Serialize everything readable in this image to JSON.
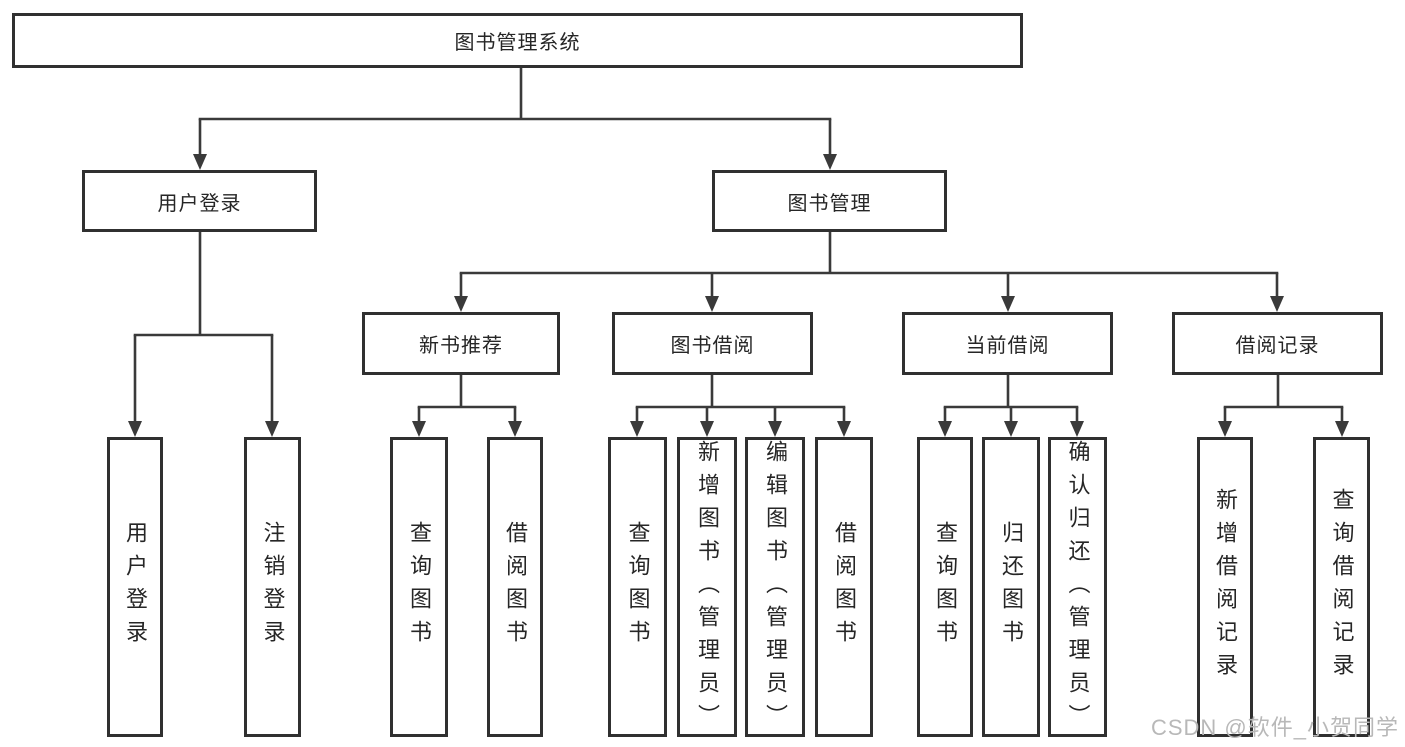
{
  "tree": {
    "root": {
      "label": "图书管理系统"
    },
    "login": {
      "label": "用户登录",
      "children": [
        {
          "label": "用户登录"
        },
        {
          "label": "注销登录"
        }
      ]
    },
    "mgmt": {
      "label": "图书管理",
      "groups": [
        {
          "label": "新书推荐",
          "children": [
            {
              "label": "查询图书"
            },
            {
              "label": "借阅图书"
            }
          ]
        },
        {
          "label": "图书借阅",
          "children": [
            {
              "label": "查询图书"
            },
            {
              "label": "新增图书（管理员）"
            },
            {
              "label": "编辑图书（管理员）"
            },
            {
              "label": "借阅图书"
            }
          ]
        },
        {
          "label": "当前借阅",
          "children": [
            {
              "label": "查询图书"
            },
            {
              "label": "归还图书"
            },
            {
              "label": "确认归还（管理员）"
            }
          ]
        },
        {
          "label": "借阅记录",
          "children": [
            {
              "label": "新增借阅记录"
            },
            {
              "label": "查询借阅记录"
            }
          ]
        }
      ]
    }
  },
  "watermark": "CSDN @软件_小贺同学",
  "colors": {
    "line": "#3a3a3a",
    "box_border": "#303030",
    "box_fill": "#ffffff",
    "text": "#262626",
    "watermark": "#b8b8b8"
  }
}
